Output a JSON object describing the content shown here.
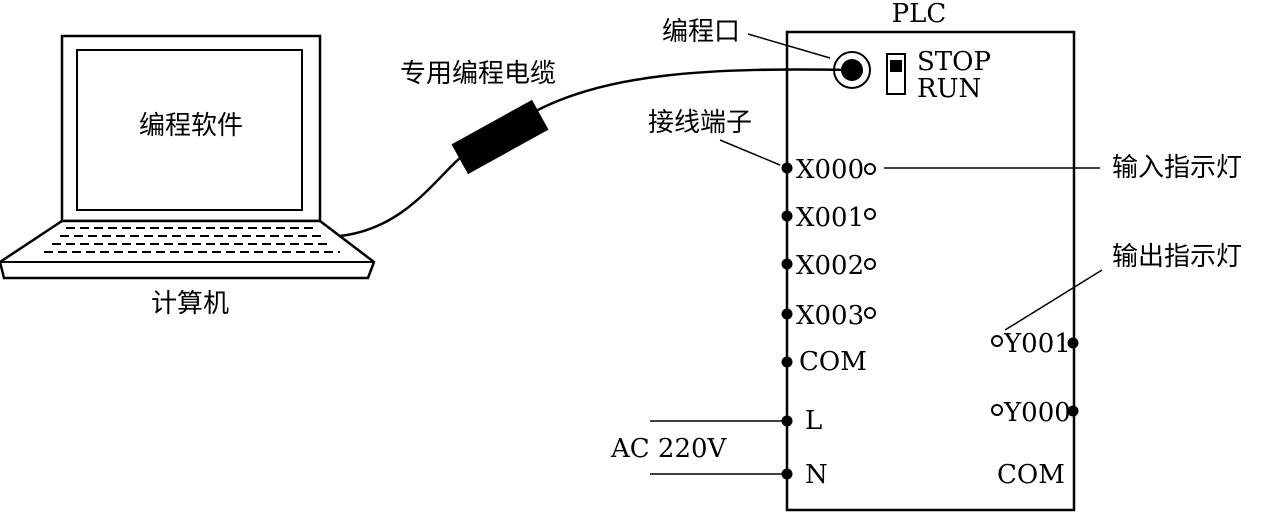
{
  "computer": {
    "screen_text": "编程软件",
    "label": "计算机"
  },
  "cable": {
    "label": "专用编程电缆"
  },
  "plc": {
    "title": "PLC",
    "port_label": "编程口",
    "switch": {
      "stop": "STOP",
      "run": "RUN"
    },
    "terminals_label": "接线端子",
    "inputs": [
      "X000",
      "X001",
      "X002",
      "X003"
    ],
    "input_com": "COM",
    "power_l": "L",
    "power_n": "N",
    "outputs": [
      "Y001",
      "Y000"
    ],
    "output_com": "COM"
  },
  "power": {
    "label": "AC 220V"
  },
  "indicators": {
    "input": "输入指示灯",
    "output": "输出指示灯"
  }
}
